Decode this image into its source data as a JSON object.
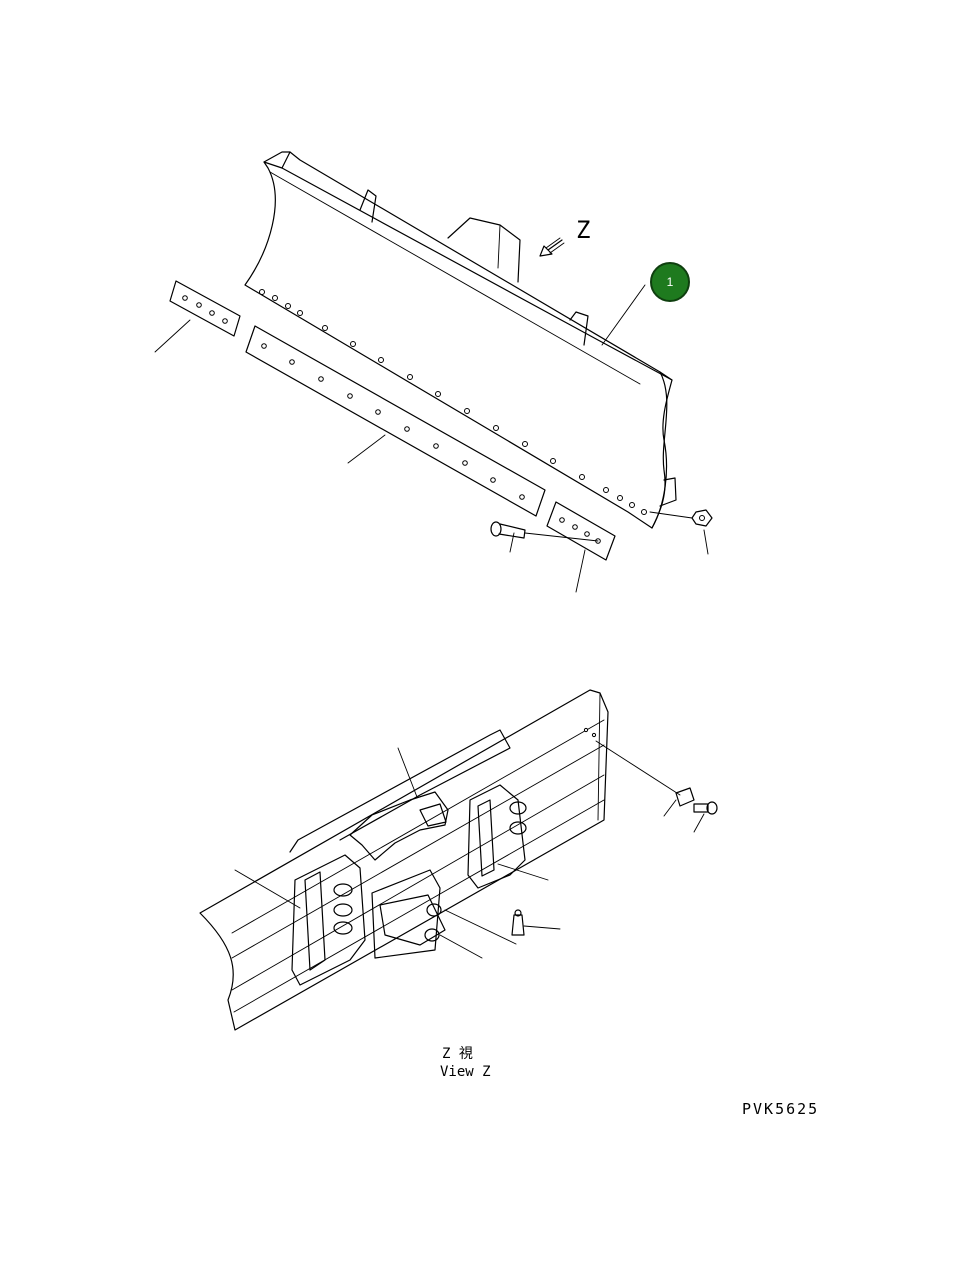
{
  "direction_label": "Z",
  "callout": {
    "number": "1",
    "color": "#1e7a1e",
    "border": "#0f3f0f"
  },
  "view_caption": {
    "line1": "Z 視",
    "line2": "View Z"
  },
  "drawing_code": "PVK5625"
}
